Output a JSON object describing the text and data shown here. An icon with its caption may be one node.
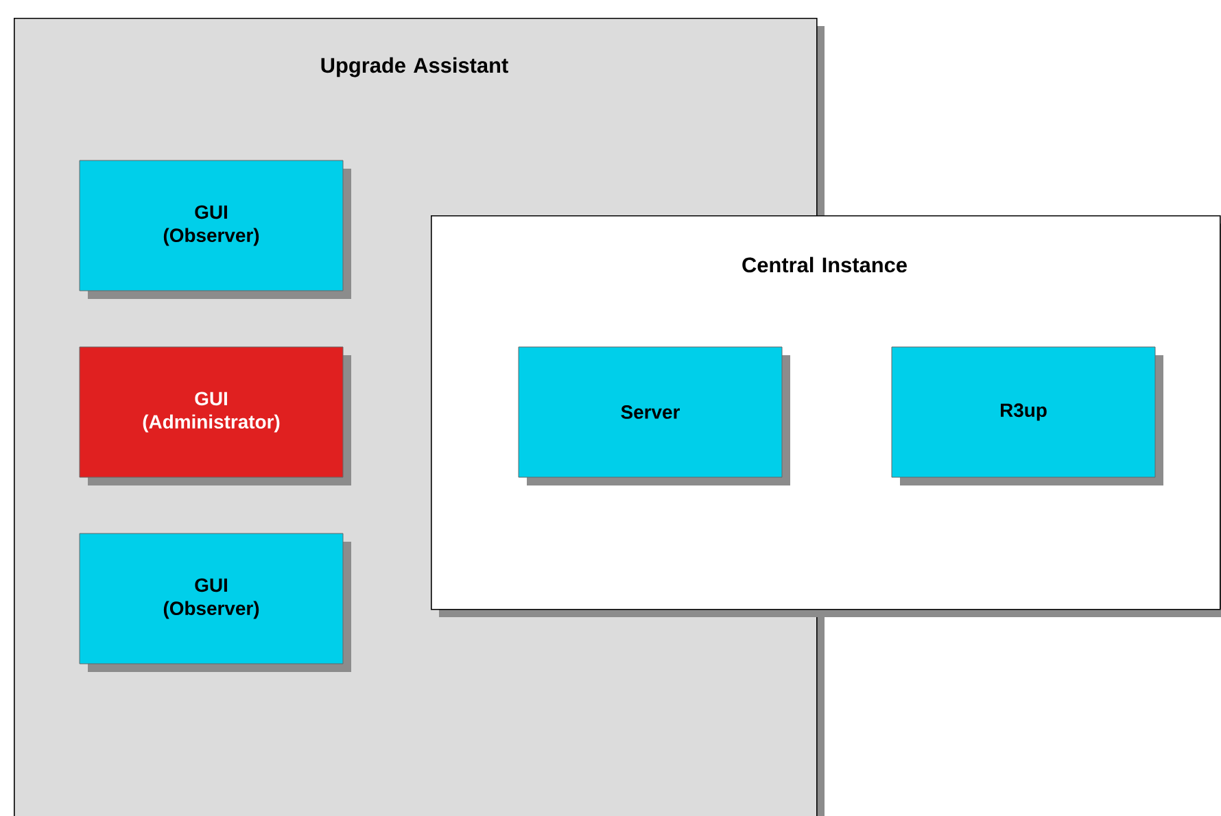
{
  "diagram": {
    "nodes": [
      {
        "text": [
          "Upgrade Assistant"
        ]
      },
      {
        "text": [
          "GUI (Observer)"
        ],
        "in": 0
      },
      {
        "text": [
          "GUI (Administrator)"
        ],
        "in": 0
      },
      {
        "text": [
          "GUI (Observer)"
        ],
        "in": 0
      },
      {
        "text": [
          "Central Instance"
        ]
      },
      {
        "text": [
          "Server"
        ]
      },
      {
        "text": [
          "R3up"
        ],
        "in": 4
      }
    ]
  }
}
